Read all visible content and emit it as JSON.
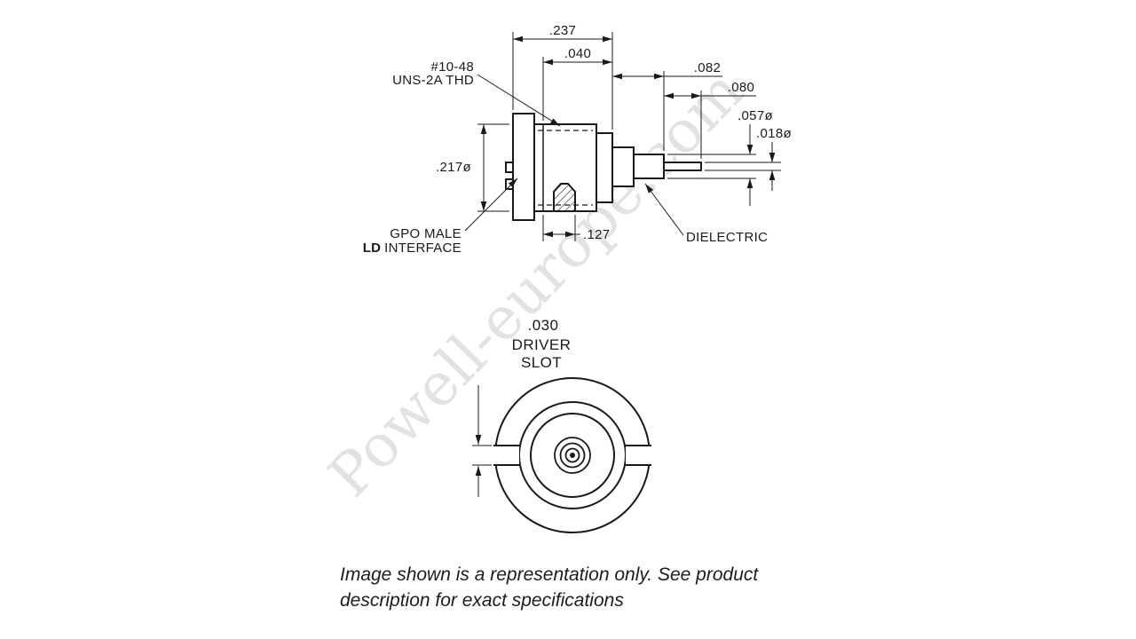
{
  "watermark": "Powell-europe.com",
  "side_view": {
    "dim_237": ".237",
    "dim_040": ".040",
    "dim_082": ".082",
    "dim_080": ".080",
    "dim_057": ".057ø",
    "dim_018": ".018ø",
    "dim_217": ".217ø",
    "dim_127": ".127",
    "thread_label_line1": "#10-48",
    "thread_label_line2": "UNS-2A THD",
    "gpo_label_line1": "GPO MALE",
    "gpo_label_line2": "INTERFACE",
    "ld_label": "LD",
    "dielectric_label": "DIELECTRIC"
  },
  "front_view": {
    "dim_030": ".030",
    "slot_label_line1": "DRIVER",
    "slot_label_line2": "SLOT"
  },
  "footer": {
    "line1": "Image shown is a representation only. See product",
    "line2": "description for exact specifications"
  },
  "colors": {
    "line": "#1a1a1a",
    "watermark": "#d0d0d0",
    "background": "#ffffff",
    "footer_text": "#1c1c1c"
  }
}
